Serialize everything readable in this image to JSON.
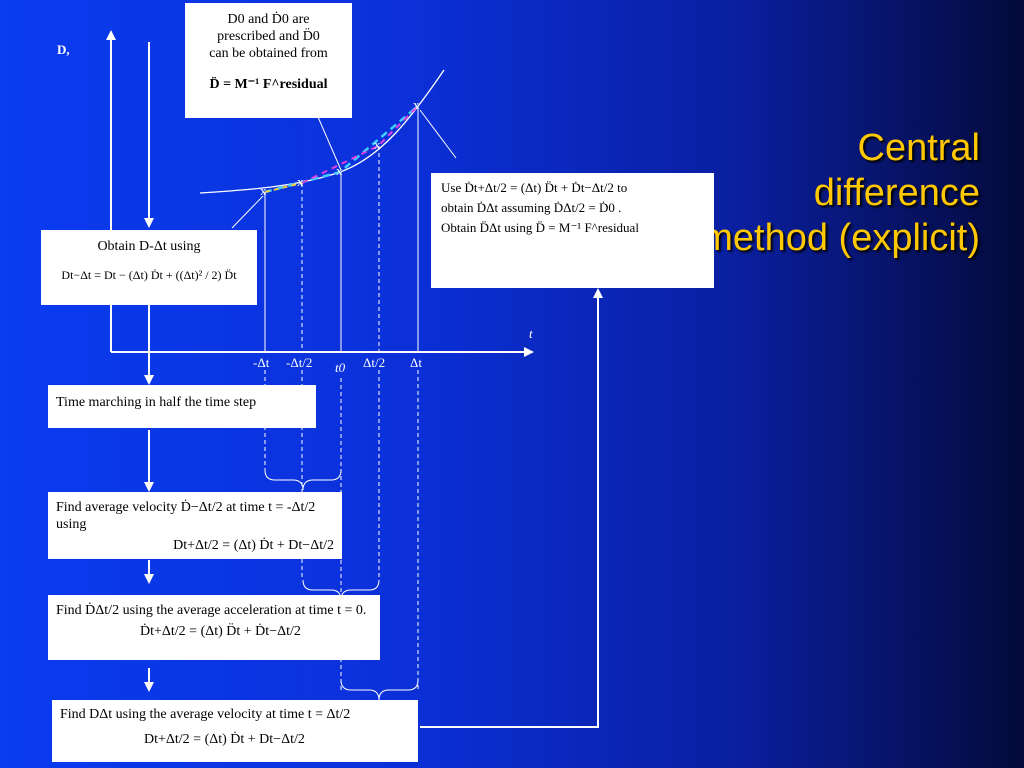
{
  "title": {
    "line1": "Central",
    "line2": "difference",
    "line3": "method (explicit)"
  },
  "axes": {
    "y_label": "D,",
    "x_label": "t",
    "ticks": [
      "-Δt",
      "-Δt/2",
      "t0",
      "Δt/2",
      "Δt"
    ],
    "point_marker": "x"
  },
  "box_top": {
    "line1": "D0 and Ḋ0 are",
    "line2": "prescribed and D̈0",
    "line3": "can be obtained from",
    "equation": "D̈ = M⁻¹ F^residual"
  },
  "box_obtain": {
    "line1": "Obtain D-Δt using",
    "equation": "Dt−Δt = Dt − (Δt) Ḋt + ((Δt)² / 2) D̈t"
  },
  "box_use": {
    "line1": "Use Ḋt+Δt/2 = (Δt) D̈t + Ḋt−Δt/2 to",
    "line2": "obtain ḊΔt  assuming ḊΔt/2 = Ḋ0 .",
    "line3": "Obtain D̈Δt  using  D̈ = M⁻¹ F^residual"
  },
  "box_march": {
    "text": "Time marching in half the time step"
  },
  "box_velocity": {
    "line1": "Find average velocity Ḋ−Δt/2 at time t = -Δt/2 using",
    "equation": "Dt+Δt/2 = (Δt) Ḋt + Dt−Δt/2"
  },
  "box_accel": {
    "line1": "Find ḊΔt/2 using the average acceleration at time t = 0.",
    "equation": "Ḋt+Δt/2 = (Δt) D̈t + Ḋt−Δt/2"
  },
  "box_final": {
    "line1": "Find DΔt using the average velocity at time t = Δt/2",
    "equation": "Dt+Δt/2 = (Δt) Ḋt + Dt−Δt/2"
  },
  "colors": {
    "title": "#ffc800",
    "background_left": "#0a3cf0",
    "background_right": "#040a3a",
    "dashed_cyan": "#3fd0ff",
    "dashed_magenta": "#e040e0",
    "dashed_yellow": "#f0d040"
  }
}
